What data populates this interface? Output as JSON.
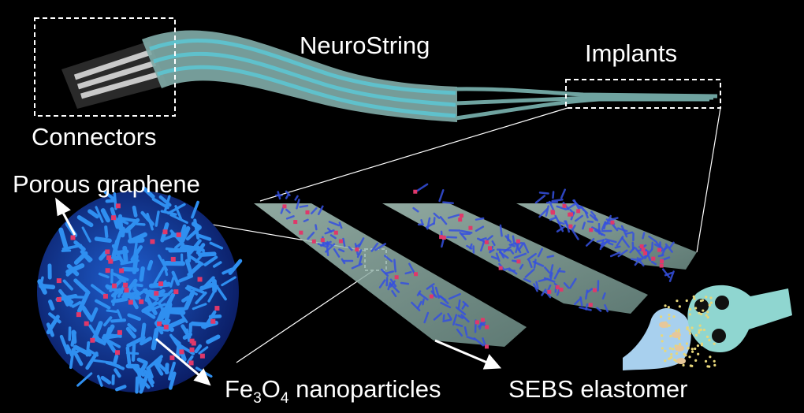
{
  "labels": {
    "neurostring": "NeuroString",
    "implants": "Implants",
    "connectors": "Connectors",
    "porous_graphene": "Porous graphene",
    "fe3o4_prefix": "Fe",
    "fe3o4_sub1": "3",
    "fe3o4_mid": "O",
    "fe3o4_sub2": "4",
    "fe3o4_suffix": " nanoparticles",
    "sebs": "SEBS elastomer"
  },
  "colors": {
    "background": "#000000",
    "label": "#ffffff",
    "string_body": "#7fa9a6",
    "string_stripe": "#5fc1cc",
    "graphene": "#2f8ff0",
    "nanoparticle": "#e0386a",
    "elastomer": "#9fbcb0",
    "neuron_left": "#a8d0ee",
    "neuron_right": "#8fd6d0",
    "neurotransmitter": "#e8d77a"
  }
}
